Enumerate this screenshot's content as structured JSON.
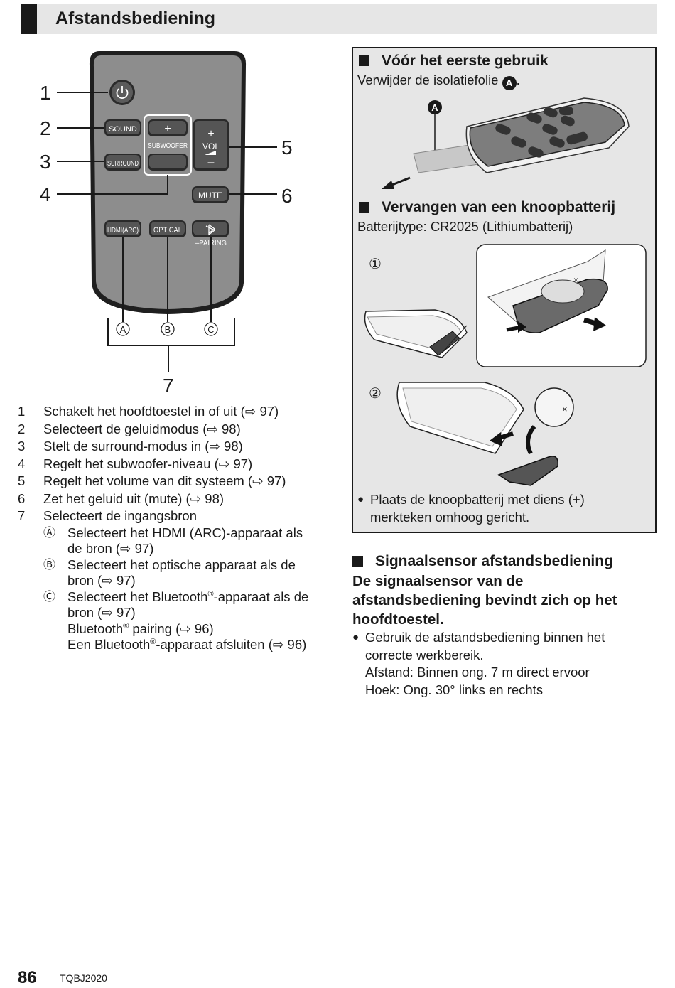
{
  "header": {
    "title": "Afstandsbediening"
  },
  "remote": {
    "buttons": {
      "sound": "SOUND",
      "surround": "SURROUND",
      "plus": "+",
      "subwoofer": "SUBWOOFER",
      "minus": "–",
      "vol": "VOL",
      "mute": "MUTE",
      "hdmi": "HDMI(ARC)",
      "optical": "OPTICAL",
      "pairing": "–PAIRING"
    },
    "callouts": [
      "1",
      "2",
      "3",
      "4",
      "5",
      "6",
      "7"
    ],
    "letters": [
      "A",
      "B",
      "C"
    ]
  },
  "items": [
    {
      "num": "1",
      "text": "Schakelt het hoofdtoestel in of uit (⇨ 97)"
    },
    {
      "num": "2",
      "text": "Selecteert de geluidmodus (⇨ 98)"
    },
    {
      "num": "3",
      "text": "Stelt de surround-modus in (⇨ 98)"
    },
    {
      "num": "4",
      "text": "Regelt het subwoofer-niveau (⇨ 97)"
    },
    {
      "num": "5",
      "text": "Regelt het volume van dit systeem (⇨ 97)"
    },
    {
      "num": "6",
      "text": "Zet het geluid uit (mute) (⇨ 98)"
    },
    {
      "num": "7",
      "text": "Selecteert de ingangsbron"
    }
  ],
  "subitems": {
    "a": {
      "mark": "Ⓐ",
      "line1": "Selecteert het HDMI (ARC)-apparaat als",
      "line2": "de bron (⇨ 97)"
    },
    "b": {
      "mark": "Ⓑ",
      "line1": "Selecteert het optische apparaat als de",
      "line2": "bron (⇨ 97)"
    },
    "c": {
      "mark": "Ⓒ",
      "line1_pre": "Selecteert het Bluetooth",
      "reg": "®",
      "line1_post": "-apparaat als de",
      "line2": "bron (⇨ 97)",
      "line3_pre": "Bluetooth",
      "line3_post": " pairing (⇨ 96)",
      "line4_pre": "Een Bluetooth",
      "line4_post": "-apparaat afsluiten (⇨ 96)"
    }
  },
  "box": {
    "first_use": {
      "title": "Vóór het eerste gebruik",
      "text": "Verwijder de isolatiefolie",
      "badge": "A",
      "period": "."
    },
    "battery": {
      "title": "Vervangen van een knoopbatterij",
      "type": "Batterijtype: CR2025 (Lithiumbatterij)",
      "step1": "①",
      "step2": "②",
      "note1": "Plaats de knoopbatterij met diens (+)",
      "note2": "merkteken omhoog gericht."
    }
  },
  "signal": {
    "title": "Signaalsensor afstandsbediening",
    "bold1": "De signaalsensor van de",
    "bold2": "afstandsbediening bevindt zich op het",
    "bold3": "hoofdtoestel.",
    "bullet1": "Gebruik de afstandsbediening binnen het",
    "bullet2": "correcte werkbereik.",
    "range": "Afstand: Binnen ong. 7 m direct ervoor",
    "angle": "Hoek: Ong. 30° links en rechts"
  },
  "footer": {
    "page": "86",
    "code": "TQBJ2020"
  }
}
